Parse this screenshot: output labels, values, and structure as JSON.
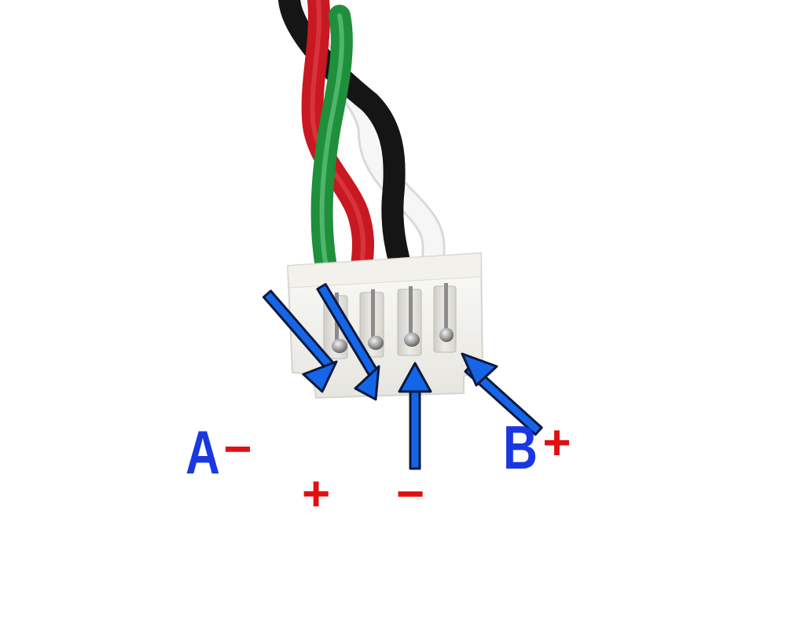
{
  "labels": {
    "a": {
      "letter": "A",
      "sign": "−"
    },
    "plus": {
      "sign": "+"
    },
    "minus": {
      "sign": "−"
    },
    "b": {
      "letter": "B",
      "sign": "+"
    }
  },
  "colors": {
    "background": "#ffffff",
    "letter_blue": "#1a38e0",
    "sign_red": "#e01010",
    "arrow_fill": "#1565e8",
    "arrow_stroke": "#0b1a3a",
    "wire_black": "#151515",
    "wire_white": "#f4f4f4",
    "wire_red": "#c81822",
    "wire_green": "#1f8f3c",
    "connector": "#f6f5f2"
  },
  "icons": {
    "wires": "twisted-four-wire-cable",
    "connector": "four-pin-white-connector",
    "arrows": "pointer-arrow"
  }
}
